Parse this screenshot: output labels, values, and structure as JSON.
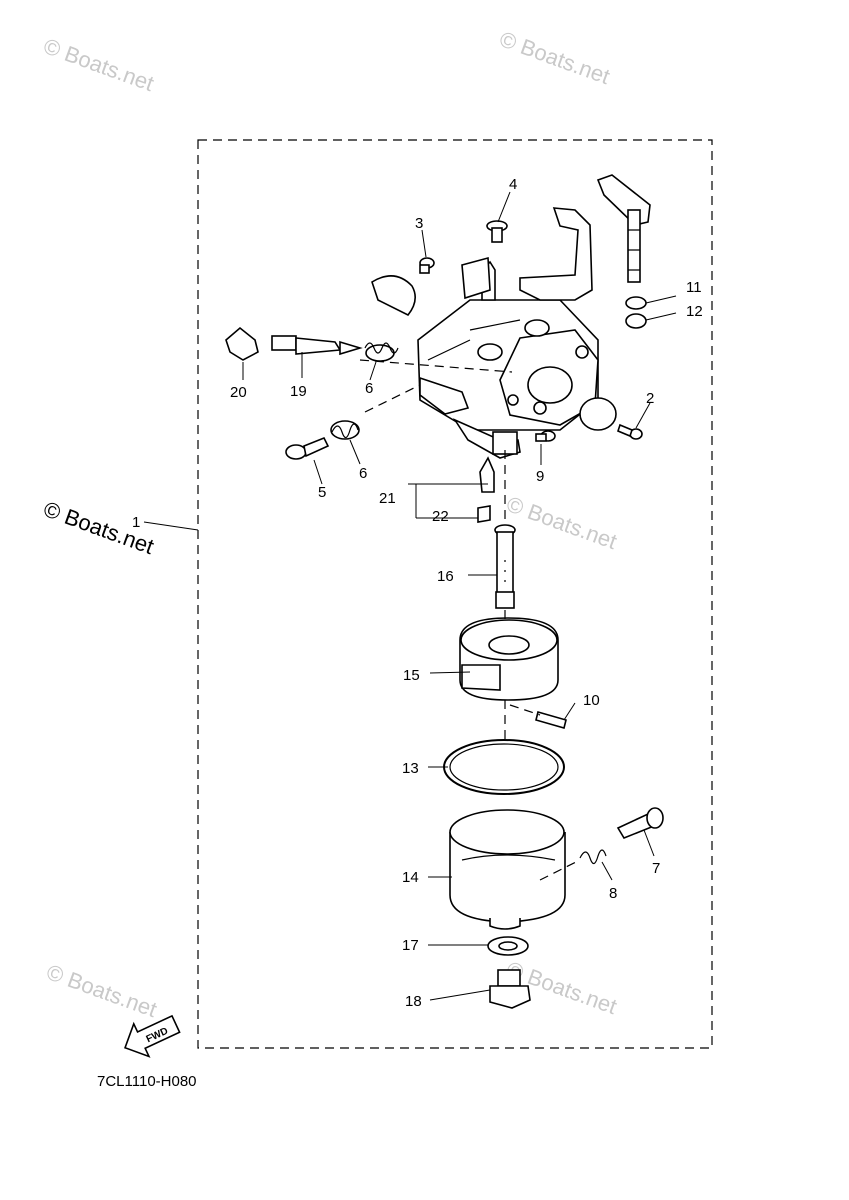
{
  "watermarks": [
    "© Boats.net",
    "© Boats.net",
    "© Boats.net",
    "© Boats.net",
    "© Boats.net",
    "© Boats.net"
  ],
  "callouts": {
    "p1": "1",
    "p2": "2",
    "p3": "3",
    "p4": "4",
    "p5": "5",
    "p6a": "6",
    "p6b": "6",
    "p7": "7",
    "p8": "8",
    "p9": "9",
    "p10": "10",
    "p11": "11",
    "p12": "12",
    "p13": "13",
    "p14": "14",
    "p15": "15",
    "p16": "16",
    "p17": "17",
    "p18": "18",
    "p19": "19",
    "p20": "20",
    "p21": "21",
    "p22": "22"
  },
  "fwd_label": "FWD",
  "diagram_code": "7CL1110-H080",
  "icons": [
    "fwd-arrow-icon"
  ]
}
